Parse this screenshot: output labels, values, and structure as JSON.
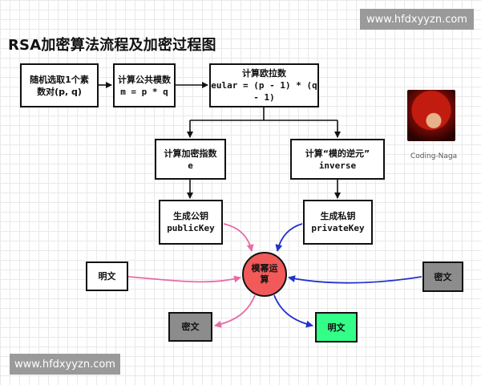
{
  "watermark_top": "www.hfdxyyzn.com",
  "watermark_bottom": "www.hfdxyyzn.com",
  "title": "RSA加密算法流程及加密过程图",
  "author": {
    "name": "Coding-Naga"
  },
  "steps": {
    "select_primes": {
      "line1": "随机选取1个素",
      "line2": "数对(p, q)"
    },
    "compute_modulus": {
      "line1": "计算公共模数",
      "line2": "m = p * q"
    },
    "compute_euler": {
      "line1": "计算欧拉数",
      "line2": "eular = (p - 1) * (q - 1)"
    },
    "compute_exponent": {
      "line1": "计算加密指数",
      "line2": "e"
    },
    "compute_inverse": {
      "line1": "计算“模的逆元”",
      "line2": "inverse"
    },
    "public_key": {
      "line1": "生成公钥",
      "line2": "publicKey"
    },
    "private_key": {
      "line1": "生成私钥",
      "line2": "privateKey"
    }
  },
  "operation": {
    "line1": "模幂运",
    "line2": "算"
  },
  "inputs": {
    "plaintext_in": "明文",
    "ciphertext_in": "密文",
    "ciphertext_out": "密文",
    "plaintext_out": "明文"
  },
  "colors": {
    "operation_fill": "#f25a5a",
    "ciphertext_fill": "#8c8c8c",
    "plaintext_out_fill": "#33ff88",
    "public_arrow": "#e86aa6",
    "private_arrow": "#2233cc"
  }
}
